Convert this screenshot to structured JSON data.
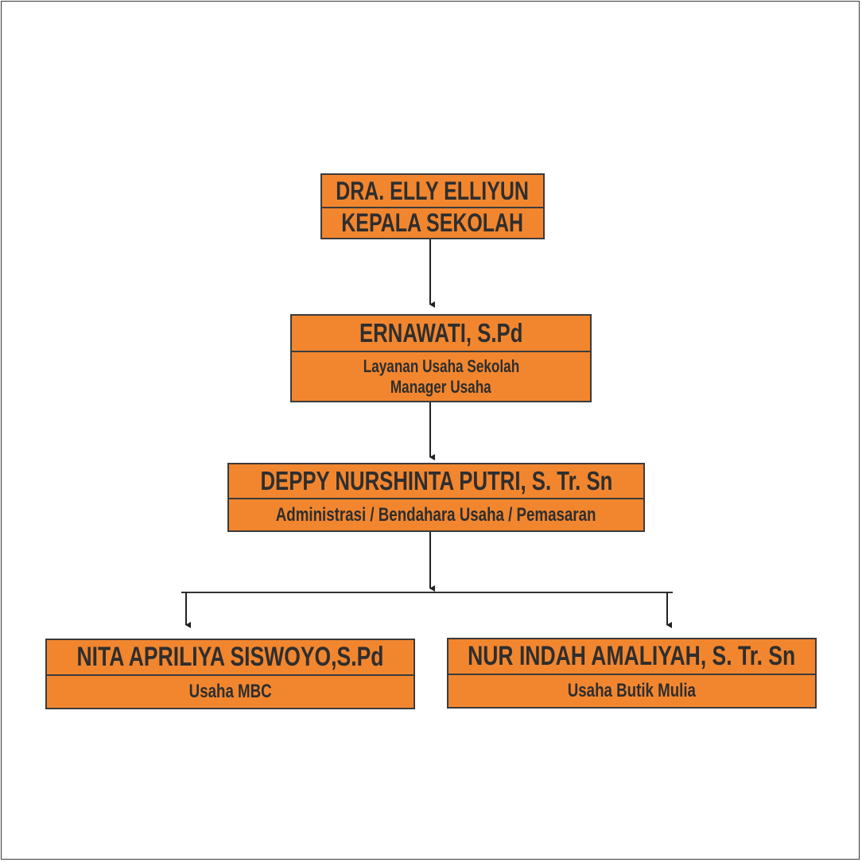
{
  "colors": {
    "box_fill": "#f2862f",
    "border": "#3b3b3b",
    "text": "#2e2e2e",
    "line": "#222222"
  },
  "nodes": {
    "head": {
      "name": "DRA. ELLY ELLIYUN",
      "role": "KEPALA SEKOLAH"
    },
    "manager": {
      "name": "ERNAWATI, S.Pd",
      "role_line1": "Layanan Usaha Sekolah",
      "role_line2": "Manager Usaha"
    },
    "admin": {
      "name": "DEPPY NURSHINTA PUTRI, S. Tr. Sn",
      "role": "Administrasi / Bendahara Usaha / Pemasaran"
    },
    "mbc": {
      "name": "NITA APRILIYA SISWOYO,S.Pd",
      "role": "Usaha MBC"
    },
    "butik": {
      "name": "NUR INDAH AMALIYAH, S. Tr. Sn",
      "role": "Usaha Butik Mulia"
    }
  }
}
